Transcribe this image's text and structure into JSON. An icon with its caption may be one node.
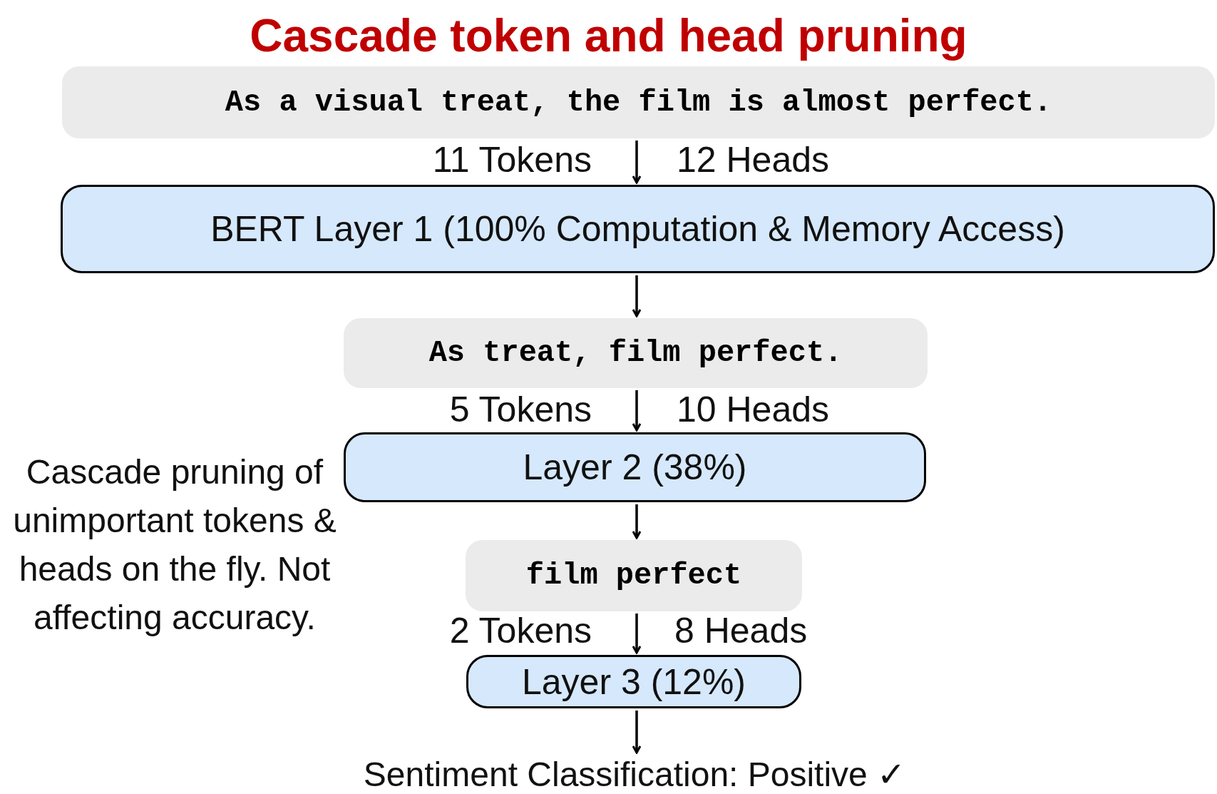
{
  "diagram": {
    "title": "Cascade token and head pruning",
    "nodes": [
      {
        "text": [
          "As a visual treat, the film is almost perfect."
        ]
      },
      {
        "text": [
          "BERT Layer 1 (100% Computation & Memory Access)"
        ]
      },
      {
        "text": [
          "As treat, film perfect."
        ]
      },
      {
        "text": [
          "Layer 2 (38%)"
        ]
      },
      {
        "text": [
          "film perfect"
        ]
      },
      {
        "text": [
          "Layer 3 (12%)"
        ]
      },
      {
        "text": [
          "Sentiment Classification: Positive ✓"
        ]
      }
    ],
    "edges": [
      {
        "from": 0,
        "to": 1,
        "arrow": "to"
      },
      {
        "from": 1,
        "to": 2,
        "arrow": "to"
      },
      {
        "from": 2,
        "to": 3,
        "arrow": "to"
      },
      {
        "from": 3,
        "to": 4,
        "arrow": "to"
      },
      {
        "from": 4,
        "to": 5,
        "arrow": "to"
      },
      {
        "from": 5,
        "to": 6,
        "arrow": "to"
      }
    ],
    "labels": [
      "11 Tokens",
      "12 Heads",
      "5 Tokens",
      "10 Heads",
      "Cascade pruning of unimportant tokens & heads on the fly. Not affecting accuracy.",
      "2 Tokens",
      "8 Heads"
    ]
  }
}
